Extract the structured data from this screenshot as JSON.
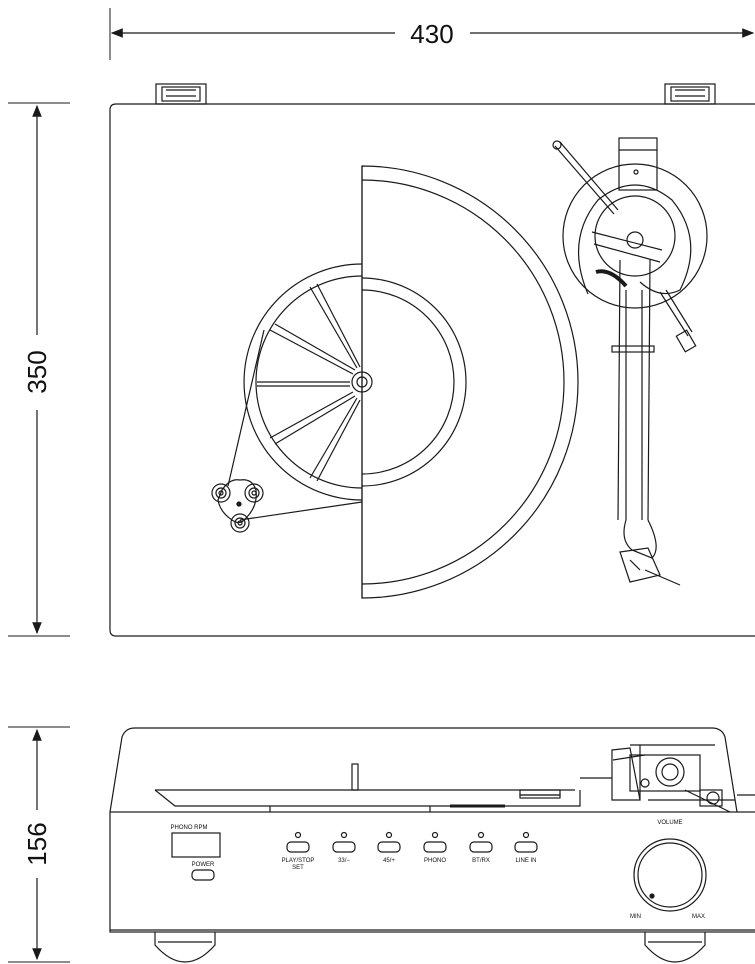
{
  "dimensions": {
    "width": "430",
    "depth": "350",
    "height": "156"
  },
  "front_panel": {
    "display_label": "PHONO RPM",
    "power_label": "POWER",
    "buttons": [
      {
        "label": "PLAY/STOP",
        "sublabel": "SET"
      },
      {
        "label": "33/−",
        "sublabel": ""
      },
      {
        "label": "45/+",
        "sublabel": ""
      },
      {
        "label": "PHONO",
        "sublabel": ""
      },
      {
        "label": "BT/RX",
        "sublabel": ""
      },
      {
        "label": "LINE IN",
        "sublabel": ""
      }
    ],
    "volume": {
      "label": "VOLUME",
      "min_label": "MIN",
      "max_label": "MAX"
    }
  },
  "colors": {
    "line": "#1a1a1a",
    "background": "#ffffff"
  }
}
